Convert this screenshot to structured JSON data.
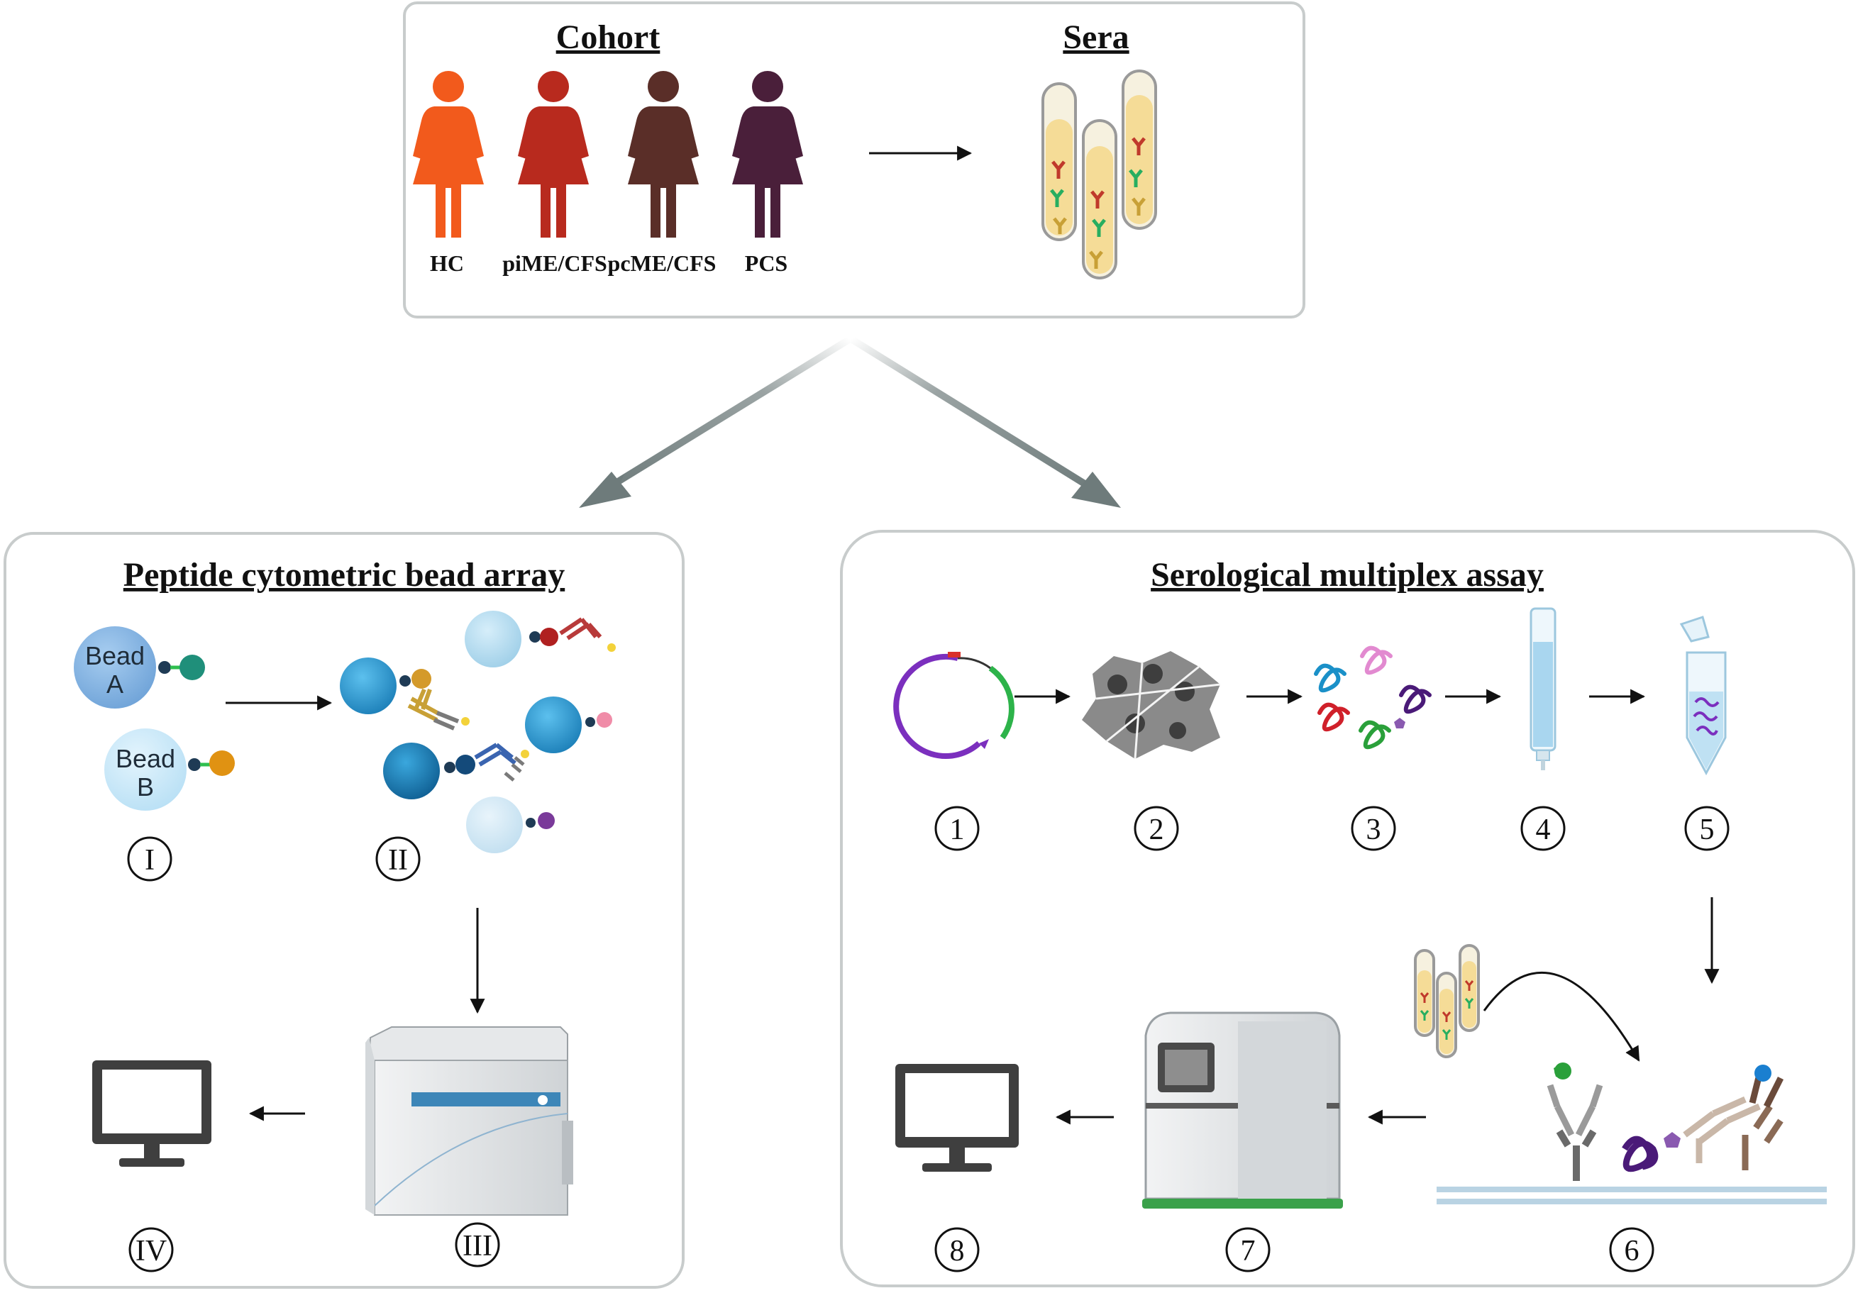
{
  "top_panel": {
    "cohort_heading": "Cohort",
    "sera_heading": "Sera",
    "groups": [
      {
        "label": "HC",
        "color": "#f25a1c"
      },
      {
        "label": "piME/CFS",
        "color": "#b82a1e"
      },
      {
        "label": "pcME/CFS",
        "color": "#5a2e28"
      },
      {
        "label": "PCS",
        "color": "#4a1f3a"
      }
    ]
  },
  "left_panel": {
    "heading": "Peptide cytometric bead array",
    "bead_a_label": [
      "Bead",
      "A"
    ],
    "bead_b_label": [
      "Bead",
      "B"
    ],
    "steps": [
      "I",
      "II",
      "III",
      "IV"
    ]
  },
  "right_panel": {
    "heading": "Serological multiplex assay",
    "steps": [
      "1",
      "2",
      "3",
      "4",
      "5",
      "6",
      "7",
      "8"
    ]
  },
  "colors": {
    "panel_border": "#c8cccc",
    "bead_blue": "#3aa0d8",
    "bead_light": "#bfe2f3",
    "plasmid_purple": "#7b2fbe",
    "plasmid_green": "#2db34a",
    "gray_arrow": "#7d8a8a"
  }
}
